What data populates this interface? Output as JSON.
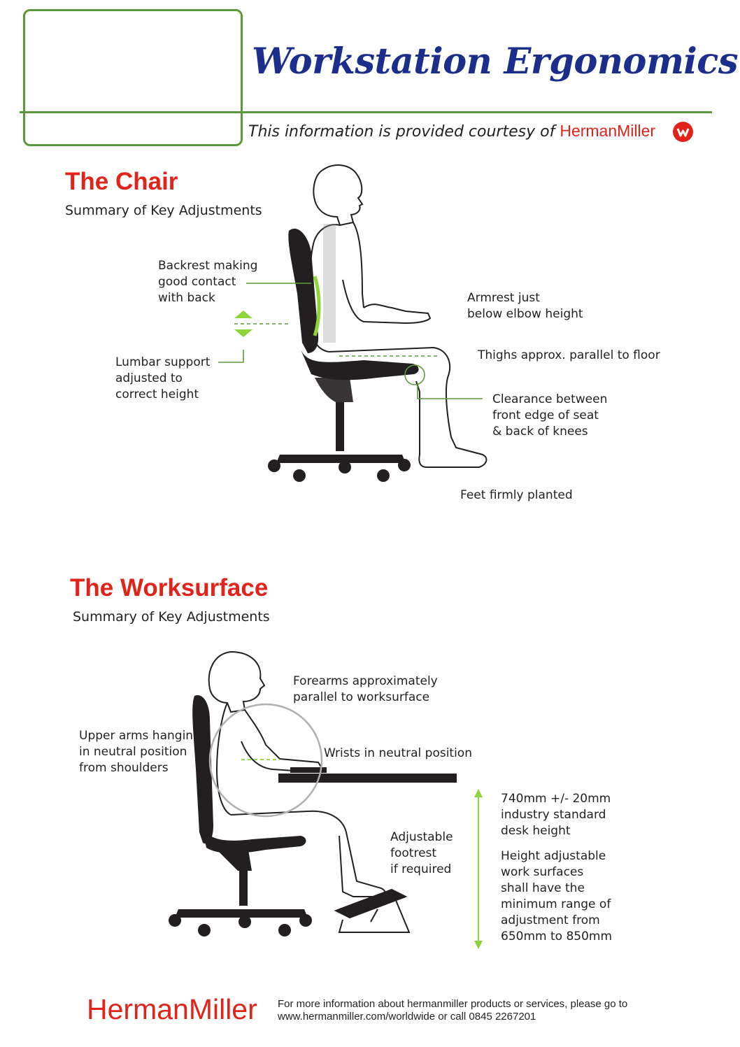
{
  "header": {
    "title": "Workstation Ergonomics",
    "courtesy_prefix": "This information is provided courtesy of",
    "brand": "HermanMiller"
  },
  "chair_section": {
    "heading": "The Chair",
    "subheading": "Summary of Key Adjustments",
    "labels": {
      "backrest": [
        "Backrest making",
        "good contact",
        "with back"
      ],
      "lumbar": [
        "Lumbar support",
        "adjusted to",
        "correct height"
      ],
      "armrest": [
        "Armrest just",
        "below elbow height"
      ],
      "thighs": "Thighs approx. parallel to floor",
      "clearance": [
        "Clearance between",
        "front edge of seat",
        "& back of knees"
      ],
      "feet": "Feet firmly planted"
    }
  },
  "worksurface_section": {
    "heading": "The Worksurface",
    "subheading": "Summary of Key Adjustments",
    "labels": {
      "forearms": [
        "Forearms approximately",
        "parallel to worksurface"
      ],
      "upper_arms": [
        "Upper arms hanging",
        "in neutral position",
        "from shoulders"
      ],
      "wrists": "Wrists in neutral position",
      "footrest": [
        "Adjustable",
        "footrest",
        "if required"
      ],
      "desk_height": [
        "740mm +/- 20mm",
        "industry standard",
        "desk height"
      ],
      "adjustable": [
        "Height adjustable",
        "work surfaces",
        "shall have the",
        "minimum range of",
        "adjustment from",
        "650mm to 850mm"
      ]
    }
  },
  "footer": {
    "brand": "HermanMiller",
    "info_line1": "For more information about hermanmiller products or services, please go to",
    "info_line2": "www.hermanmiller.com/worldwide or call 0845 2267201"
  },
  "colors": {
    "brand_red": "#e2231a",
    "title_blue": "#1c2e8c",
    "accent_green": "#5a9a3a",
    "highlight_green": "#8cd63a"
  }
}
